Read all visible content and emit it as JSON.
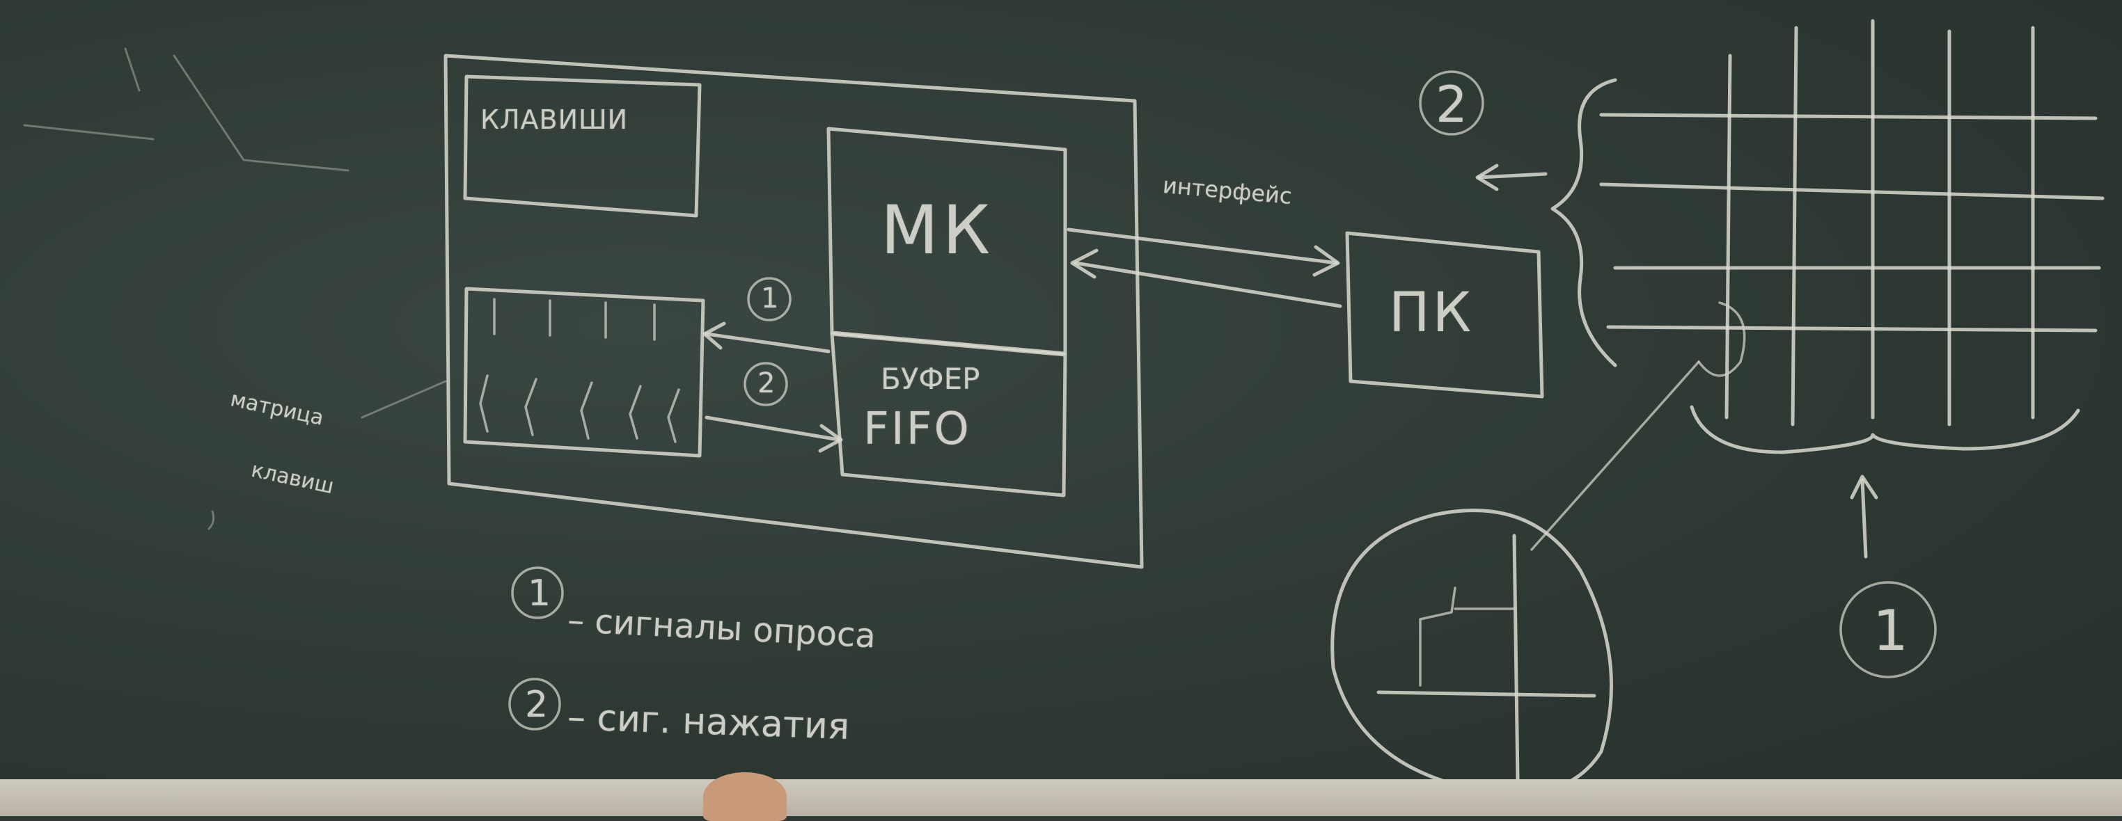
{
  "labels": {
    "keys": "КЛАВИШИ",
    "mcu": "МК",
    "buffer_line1": "БУФЕР",
    "buffer_line2": "FIFO",
    "pc": "ПК",
    "interface": "интерфейс",
    "matrix_line1": "матрица",
    "matrix_line2": "клавиш",
    "marker1": "1",
    "marker2": "2",
    "legend1_num": "1",
    "legend1_text": "– сигналы опроса",
    "legend2_num": "2",
    "legend2_text": "– сиг. нажатия",
    "grid_marker1": "1",
    "grid_marker2": "2"
  }
}
